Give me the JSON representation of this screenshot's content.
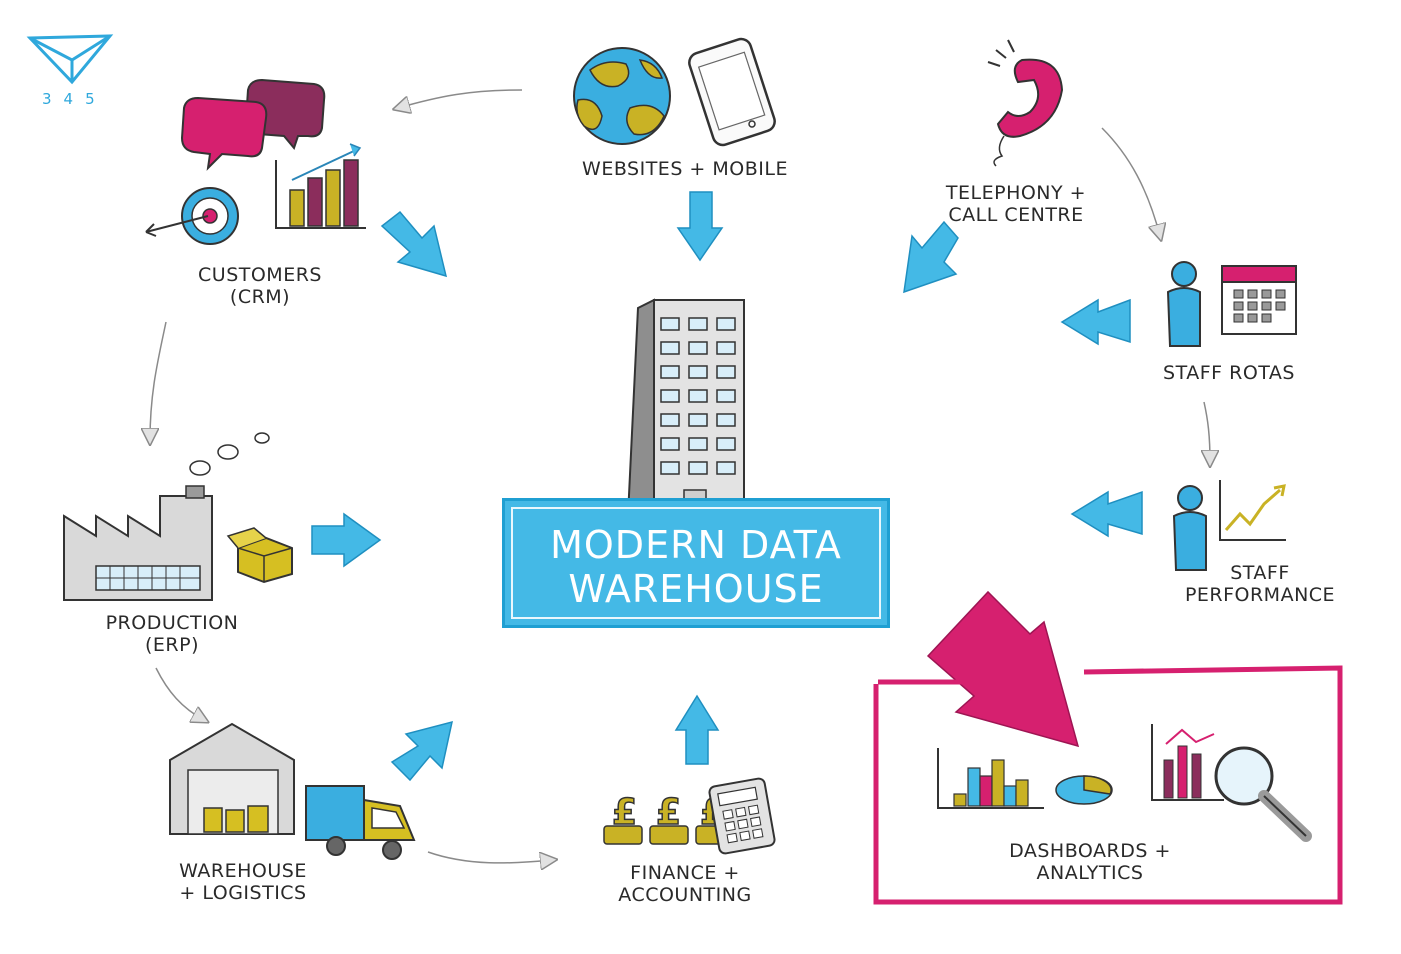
{
  "logo": {
    "text": "345",
    "color": "#2fa8dc"
  },
  "colors": {
    "accent_blue": "#44b9e6",
    "magenta": "#d6206f",
    "mustard": "#c9b225",
    "grey": "#9a9a9a"
  },
  "center": {
    "line1": "MODERN DATA",
    "line2": "WAREHOUSE"
  },
  "nodes": {
    "websites": {
      "line1": "WEBSITES + MOBILE",
      "icon": "globe-icon"
    },
    "telephony": {
      "line1": "TELEPHONY +",
      "line2": "CALL CENTRE",
      "icon": "telephone-icon"
    },
    "customers": {
      "line1": "CUSTOMERS",
      "line2": "(CRM)",
      "icon": "speech-bubbles-icon"
    },
    "staff_rotas": {
      "line1": "STAFF ROTAS",
      "icon": "calendar-icon"
    },
    "production": {
      "line1": "PRODUCTION",
      "line2": "(ERP)",
      "icon": "factory-icon"
    },
    "staff_performance": {
      "line1": "STAFF",
      "line2": "PERFORMANCE",
      "icon": "line-chart-icon"
    },
    "warehouse": {
      "line1": "WAREHOUSE",
      "line2": "+ LOGISTICS",
      "icon": "truck-icon"
    },
    "finance": {
      "line1": "FINANCE +",
      "line2": "ACCOUNTING",
      "icon": "calculator-icon"
    },
    "dashboards": {
      "line1": "DASHBOARDS +",
      "line2": "ANALYTICS",
      "icon": "magnifier-icon"
    }
  }
}
